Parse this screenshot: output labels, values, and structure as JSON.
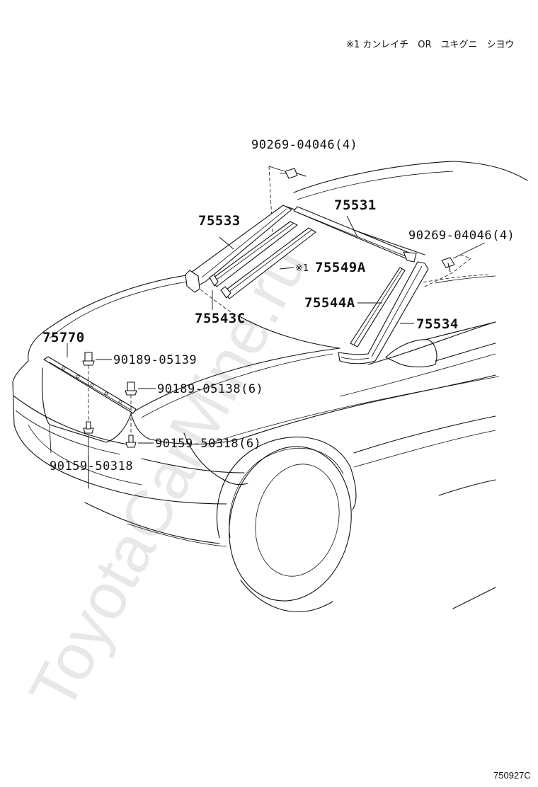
{
  "note": {
    "text": "※1 カンレイチ　OR　ユキグニ　シヨウ"
  },
  "parts": {
    "clip_top": "90269-04046(4)",
    "clip_right": "90269-04046(4)",
    "p75533": "75533",
    "p75531": "75531",
    "p75549a_mark": "※1",
    "p75549a": "75549A",
    "p75544a": "75544A",
    "p75543c": "75543C",
    "p75534": "75534",
    "p75770": "75770",
    "nut_90189_05139": "90189-05139",
    "nut_90189_05138": "90189-05138(6)",
    "screw_90159_50318_6": "90159-50318(6)",
    "screw_90159_50318": "90159-50318"
  },
  "watermark": {
    "text": "ToyotaCarMine.ru"
  },
  "footer": {
    "code": "750927C"
  }
}
